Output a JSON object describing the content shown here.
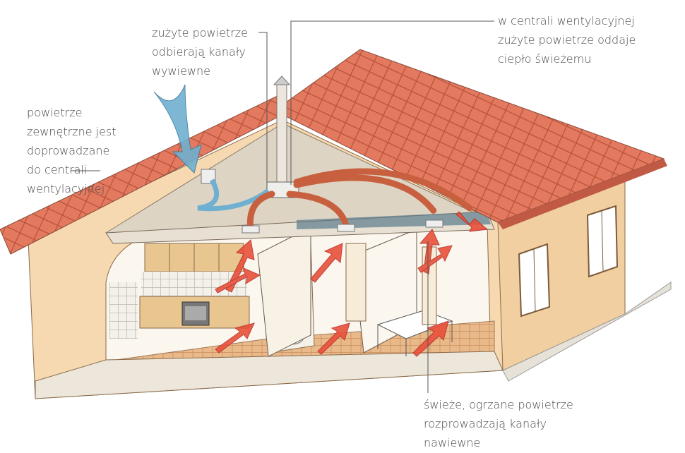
{
  "labels": {
    "exhaust": [
      "zużyte powietrze",
      "odbierają kanały",
      "wywiewne"
    ],
    "heat_recovery": [
      "w centrali wentylacyjnej",
      "zużyte powietrze oddaje",
      "ciepło świeżemu"
    ],
    "intake": [
      "powietrze",
      "zewnętrzne jest",
      "doprowadzane",
      "do centrali",
      "wentylacyjnej"
    ],
    "supply": [
      "świeże, ogrzane powietrze",
      "rozprowadzają kanały",
      "nawiewne"
    ]
  },
  "colors": {
    "roof": "#e0715a",
    "wall": "#f3d2a8",
    "duct": "#c8603f",
    "fresh_air_arrow": "#e8503a",
    "outside_air_arrow": "#6fb0d0",
    "text": "#4a4a4a"
  }
}
